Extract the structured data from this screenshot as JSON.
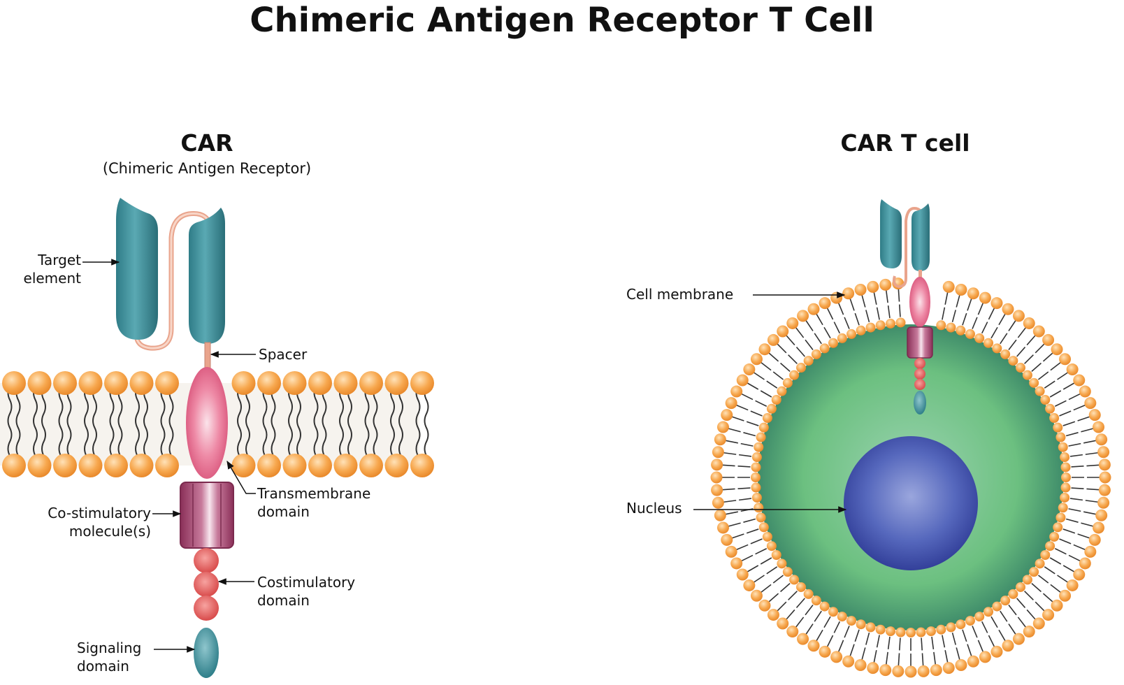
{
  "title": "Chimeric Antigen Receptor T Cell",
  "car_panel": {
    "heading": "CAR",
    "subheading": "(Chimeric Antigen Receptor)",
    "labels": {
      "target_element": [
        "Target",
        "element"
      ],
      "spacer": "Spacer",
      "transmembrane_domain": [
        "Transmembrane",
        "domain"
      ],
      "costimulatory_molecules": [
        "Co-stimulatory",
        "molecule(s)"
      ],
      "costimulatory_domain": [
        "Costimulatory",
        "domain"
      ],
      "signaling_domain": [
        "Signaling",
        "domain"
      ]
    }
  },
  "cart_panel": {
    "heading": "CAR T cell",
    "labels": {
      "cell_membrane": "Cell membrane",
      "nucleus": "Nucleus"
    }
  },
  "colors": {
    "lipid_head": "#f4a04a",
    "receptor_teal": "#3d8e99",
    "transmembrane_pink": "#e87a9a",
    "costim_molecule": "#9a3f66",
    "costim_domain": "#e05a5a",
    "cytoplasm_green": "#6cc080",
    "nucleus_blue": "#4a5db0"
  }
}
